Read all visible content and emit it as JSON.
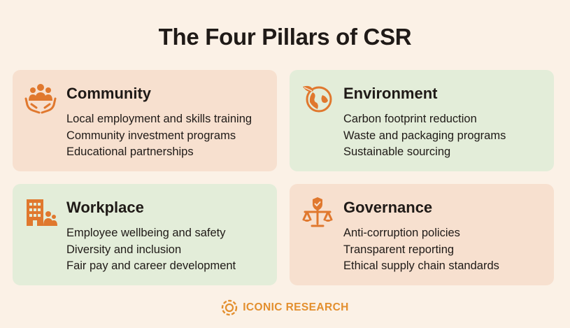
{
  "title": "The Four Pillars of CSR",
  "accent_color": "#e0782e",
  "pillars": [
    {
      "name": "Community",
      "icon": "people-in-hands-icon",
      "items": [
        "Local employment and skills training",
        "Community investment programs",
        "Educational partnerships"
      ]
    },
    {
      "name": "Environment",
      "icon": "globe-leaf-icon",
      "items": [
        "Carbon footprint reduction",
        "Waste and packaging programs",
        "Sustainable sourcing"
      ]
    },
    {
      "name": "Workplace",
      "icon": "office-building-people-icon",
      "items": [
        "Employee wellbeing and safety",
        "Diversity and inclusion",
        "Fair pay and career development"
      ]
    },
    {
      "name": "Governance",
      "icon": "scales-shield-icon",
      "items": [
        "Anti-corruption policies",
        "Transparent reporting",
        "Ethical supply chain standards"
      ]
    }
  ],
  "footer": {
    "brand": "ICONIC RESEARCH",
    "icon": "iconic-research-logo-icon"
  }
}
